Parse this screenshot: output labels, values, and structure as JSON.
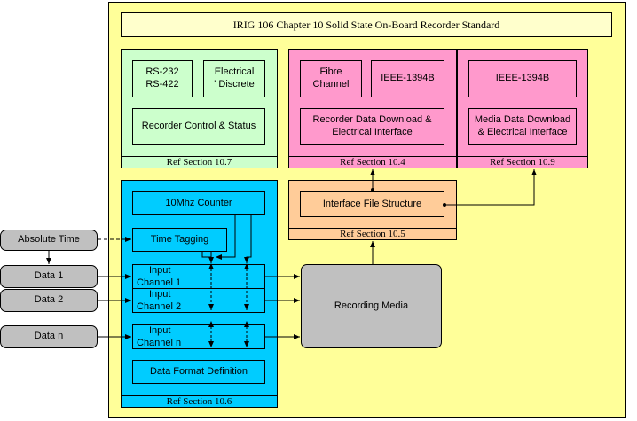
{
  "diagram": {
    "title": "IRIG 106 Chapter 10 Solid State On-Board Recorder Standard"
  },
  "groups": {
    "g107": {
      "ref": "Ref Section 10.7",
      "rs_line1": "RS-232",
      "rs_line2": "RS-422",
      "disc_line1": "Electrical",
      "disc_line2": "' Discrete",
      "control": "Recorder Control & Status"
    },
    "g104": {
      "ref": "Ref Section 10.4",
      "fibre_line1": "Fibre",
      "fibre_line2": "Channel",
      "ieee": "IEEE-1394B",
      "download_line1": "Recorder Data Download &",
      "download_line2": "Electrical Interface"
    },
    "g109": {
      "ref": "Ref Section 10.9",
      "ieee": "IEEE-1394B",
      "download_line1": "Media Data Download",
      "download_line2": "& Electrical Interface"
    },
    "g105": {
      "ref": "Ref Section 10.5",
      "ifs": "Interface File Structure"
    },
    "g106": {
      "ref": "Ref Section 10.6",
      "counter": "10Mhz Counter",
      "time_tagging": "Time Tagging",
      "ch1_line1": "Input",
      "ch1_line2": "Channel 1",
      "ch2_line1": "Input",
      "ch2_line2": "Channel 2",
      "chn_line1": "Input",
      "chn_line2": "Channel n",
      "format": "Data Format Definition"
    }
  },
  "sources": {
    "absolute_time": "Absolute Time",
    "data1": "Data 1",
    "data2": "Data 2",
    "datan": "Data n"
  },
  "storage": {
    "recording_media": "Recording Media"
  },
  "colors": {
    "standard_fill": "#ffff99",
    "green_fill": "#ccffcc",
    "pink_fill": "#ff99cc",
    "peach_fill": "#ffcc99",
    "cyan_fill": "#00ccff",
    "gray_fill": "#c0c0c0"
  }
}
